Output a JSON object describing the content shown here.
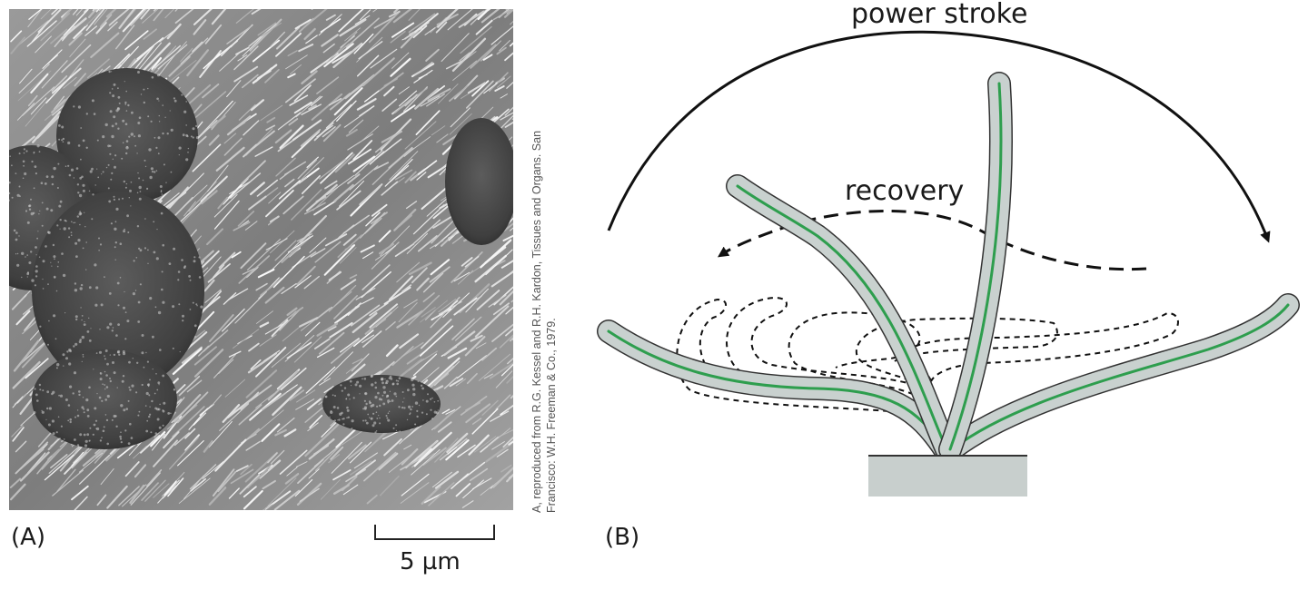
{
  "panel_a": {
    "label": "(A)",
    "scale_bar_label": "5 µm",
    "credit_line_1": "A, reproduced from R.G. Kessel and R.H. Kardon, Tissues and Organs. San",
    "credit_line_2": "Francisco: W.H. Freeman & Co., 1979."
  },
  "panel_b": {
    "label": "(B)",
    "power_stroke_label": "power stroke",
    "recovery_label": "recovery"
  },
  "colors": {
    "cilium_fill": "#c9d1cf",
    "cilium_core": "#2e9e4e",
    "base": "#c8cfcd",
    "micrograph": "#8a8a8a"
  }
}
